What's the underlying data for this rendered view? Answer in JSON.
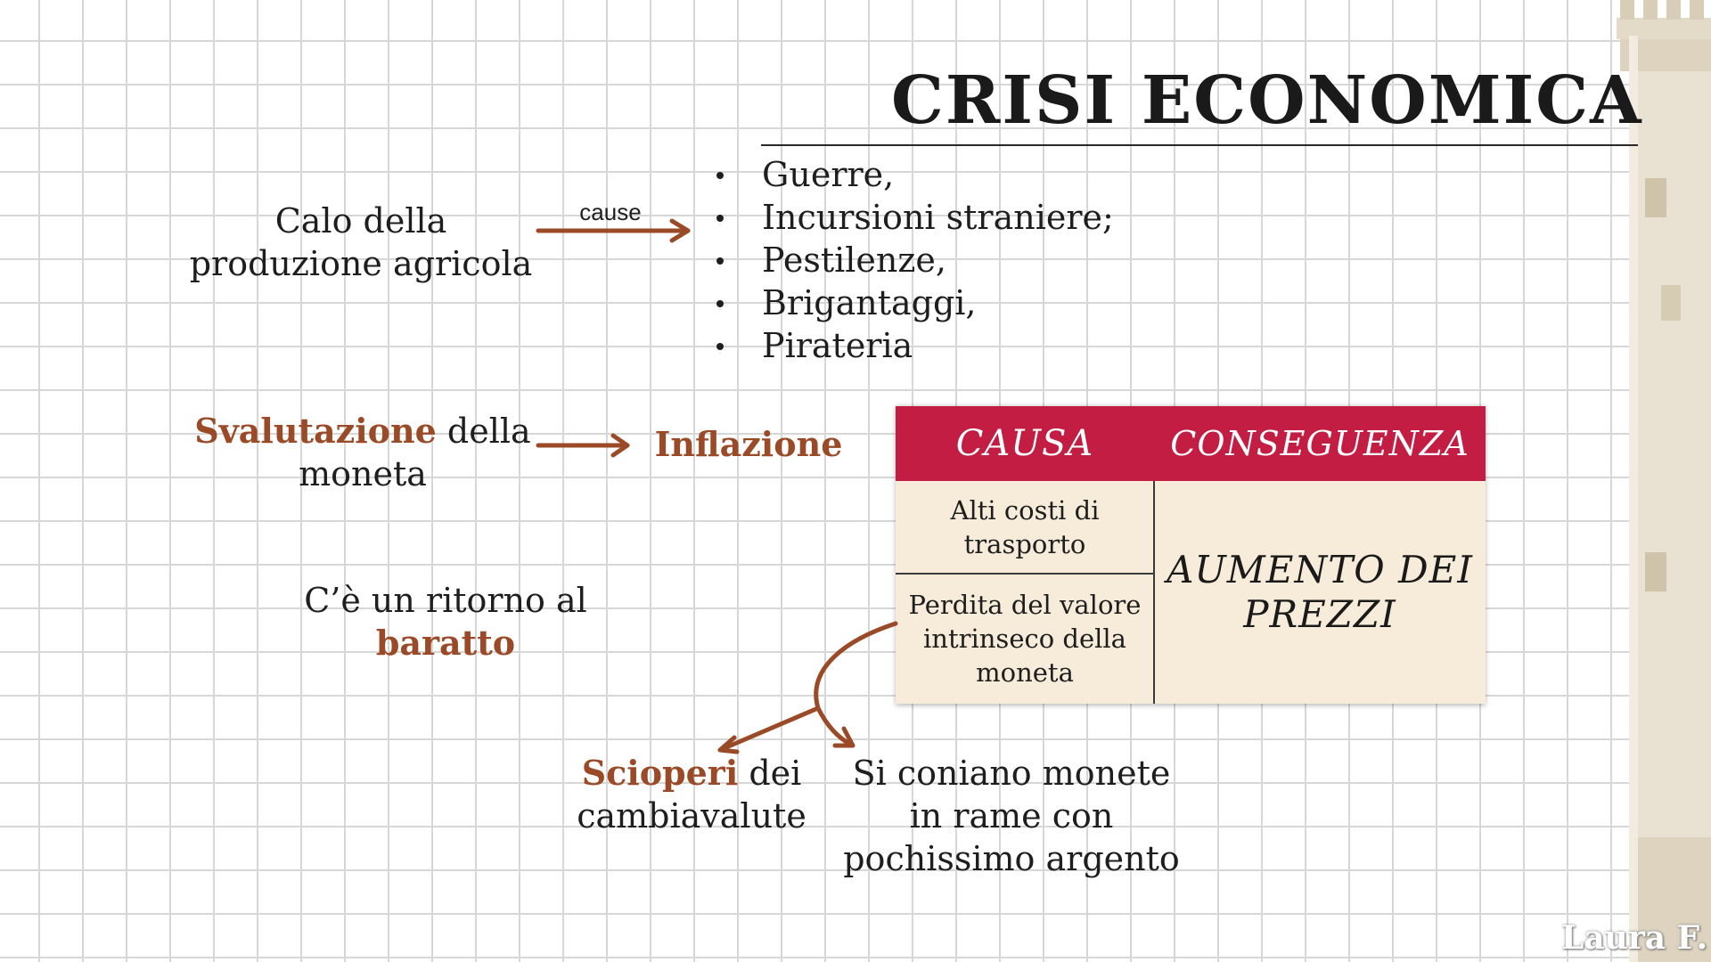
{
  "title": "CRISI ECONOMICA",
  "calo": {
    "line1": "Calo della",
    "line2": "produzione agricola"
  },
  "cause_label": "cause",
  "causes": [
    "Guerre,",
    "Incursioni straniere;",
    "Pestilenze,",
    "Brigantaggi,",
    "Pirateria"
  ],
  "svalutazione": {
    "accent": "Svalutazione",
    "rest": " della",
    "line2": "moneta"
  },
  "inflazione": "Inflazione",
  "baratto": {
    "line1": "C’è un ritorno al",
    "accent": "baratto"
  },
  "table": {
    "head_causa": "CAUSA",
    "head_conseguenza": "CONSEGUENZA",
    "causa_1": "Alti costi di trasporto",
    "causa_2": "Perdita del valore intrinseco della moneta",
    "conseguenza_line1": "AUMENTO DEI",
    "conseguenza_line2": "PREZZI"
  },
  "scioperi": {
    "accent": "Scioperi",
    "rest": " dei",
    "line2": "cambiavalute"
  },
  "monete": {
    "line1": "Si coniano monete",
    "line2": "in rame con",
    "line3": "pochissimo argento"
  },
  "credit": "Laura F.",
  "colors": {
    "accent": "#9a4a26",
    "table_header": "#c41d43",
    "table_body": "#f6ecd9",
    "arrow": "#9a4a26"
  }
}
